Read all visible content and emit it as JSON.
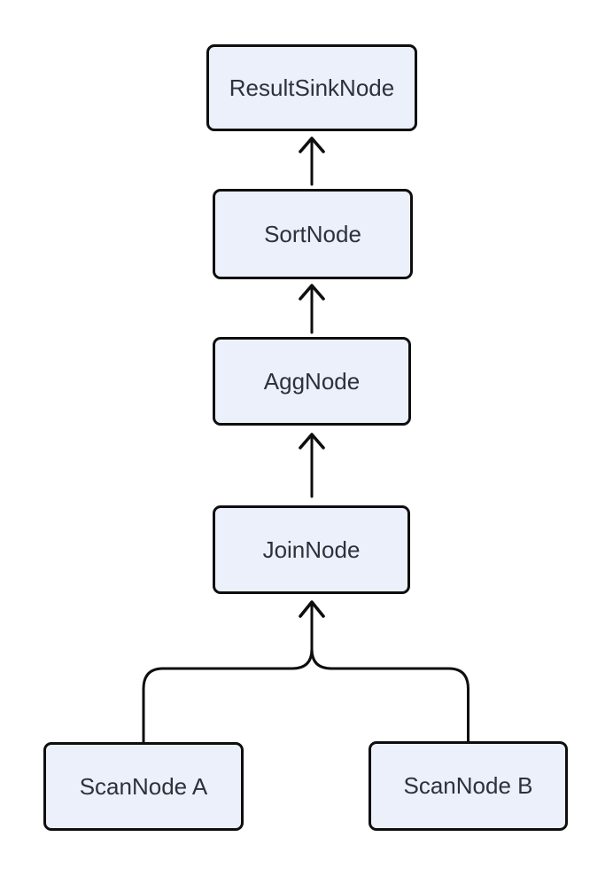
{
  "diagram": {
    "type": "flowchart",
    "description_visible_only": "query plan tree with upward arrows",
    "colors": {
      "node-fill": "#ECF0FA",
      "node-stroke": "#0e0e0e",
      "text-color": "#2d313c",
      "edge-color": "#0e0e0e",
      "bg": "#ffffff"
    },
    "nodes": [
      {
        "id": "resultsinknode",
        "label": "ResultSinkNode"
      },
      {
        "id": "sortnode",
        "label": "SortNode"
      },
      {
        "id": "aggnode",
        "label": "AggNode"
      },
      {
        "id": "joinnode",
        "label": "JoinNode"
      },
      {
        "id": "scannode-a",
        "label": "ScanNode A"
      },
      {
        "id": "scannode-b",
        "label": "ScanNode B"
      }
    ],
    "edges": [
      {
        "from": "SortNode",
        "to": "ResultSinkNode",
        "arrow": "up"
      },
      {
        "from": "AggNode",
        "to": "SortNode",
        "arrow": "up"
      },
      {
        "from": "JoinNode",
        "to": "AggNode",
        "arrow": "up"
      },
      {
        "from": "ScanNode A",
        "to": "JoinNode",
        "arrow": "up-merged"
      },
      {
        "from": "ScanNode B",
        "to": "JoinNode",
        "arrow": "up-merged"
      }
    ]
  }
}
